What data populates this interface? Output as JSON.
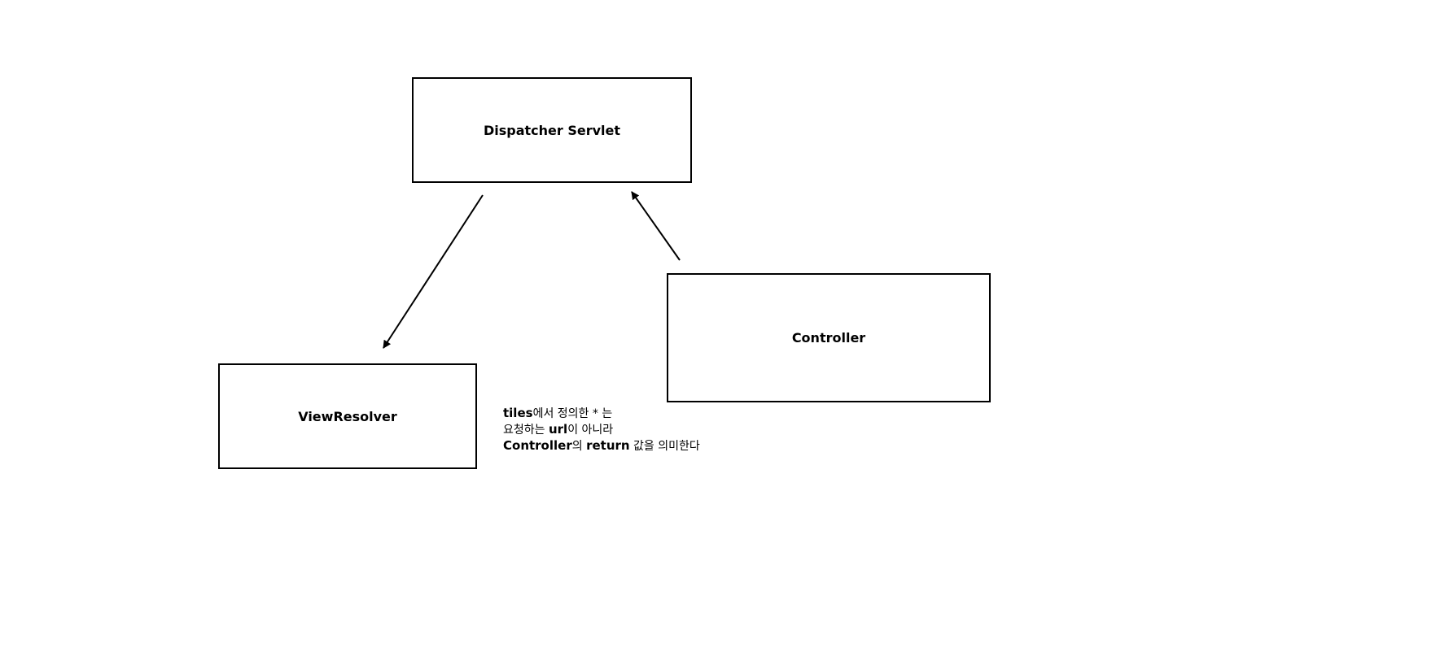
{
  "nodes": {
    "dispatcher": {
      "label": "Dispatcher Servlet"
    },
    "controller": {
      "label": "Controller"
    },
    "view_resolver": {
      "label": "ViewResolver"
    }
  },
  "edges": [
    {
      "from": "dispatcher",
      "to": "view_resolver"
    },
    {
      "from": "controller",
      "to": "dispatcher"
    }
  ],
  "note": {
    "line1": {
      "bold": "tiles",
      "rest": "에서 정의한 * 는"
    },
    "line2": {
      "pre": "요청하는 ",
      "bold": "url",
      "rest": "이 아니라"
    },
    "line3": {
      "bold1": "Controller",
      "mid": "의 ",
      "bold2": "return",
      "rest": " 값을 의미한다"
    }
  },
  "colors": {
    "stroke": "#000000",
    "background": "#ffffff"
  }
}
